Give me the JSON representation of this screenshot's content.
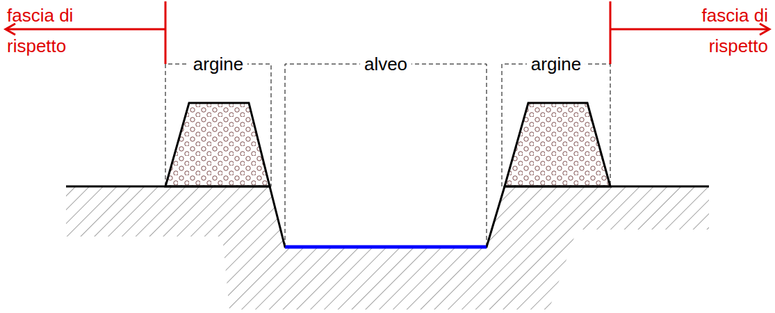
{
  "diagram": {
    "labels": [
      "fascia di rispetto",
      "argine",
      "alveo",
      "argine",
      "fascia di rispetto"
    ]
  }
}
